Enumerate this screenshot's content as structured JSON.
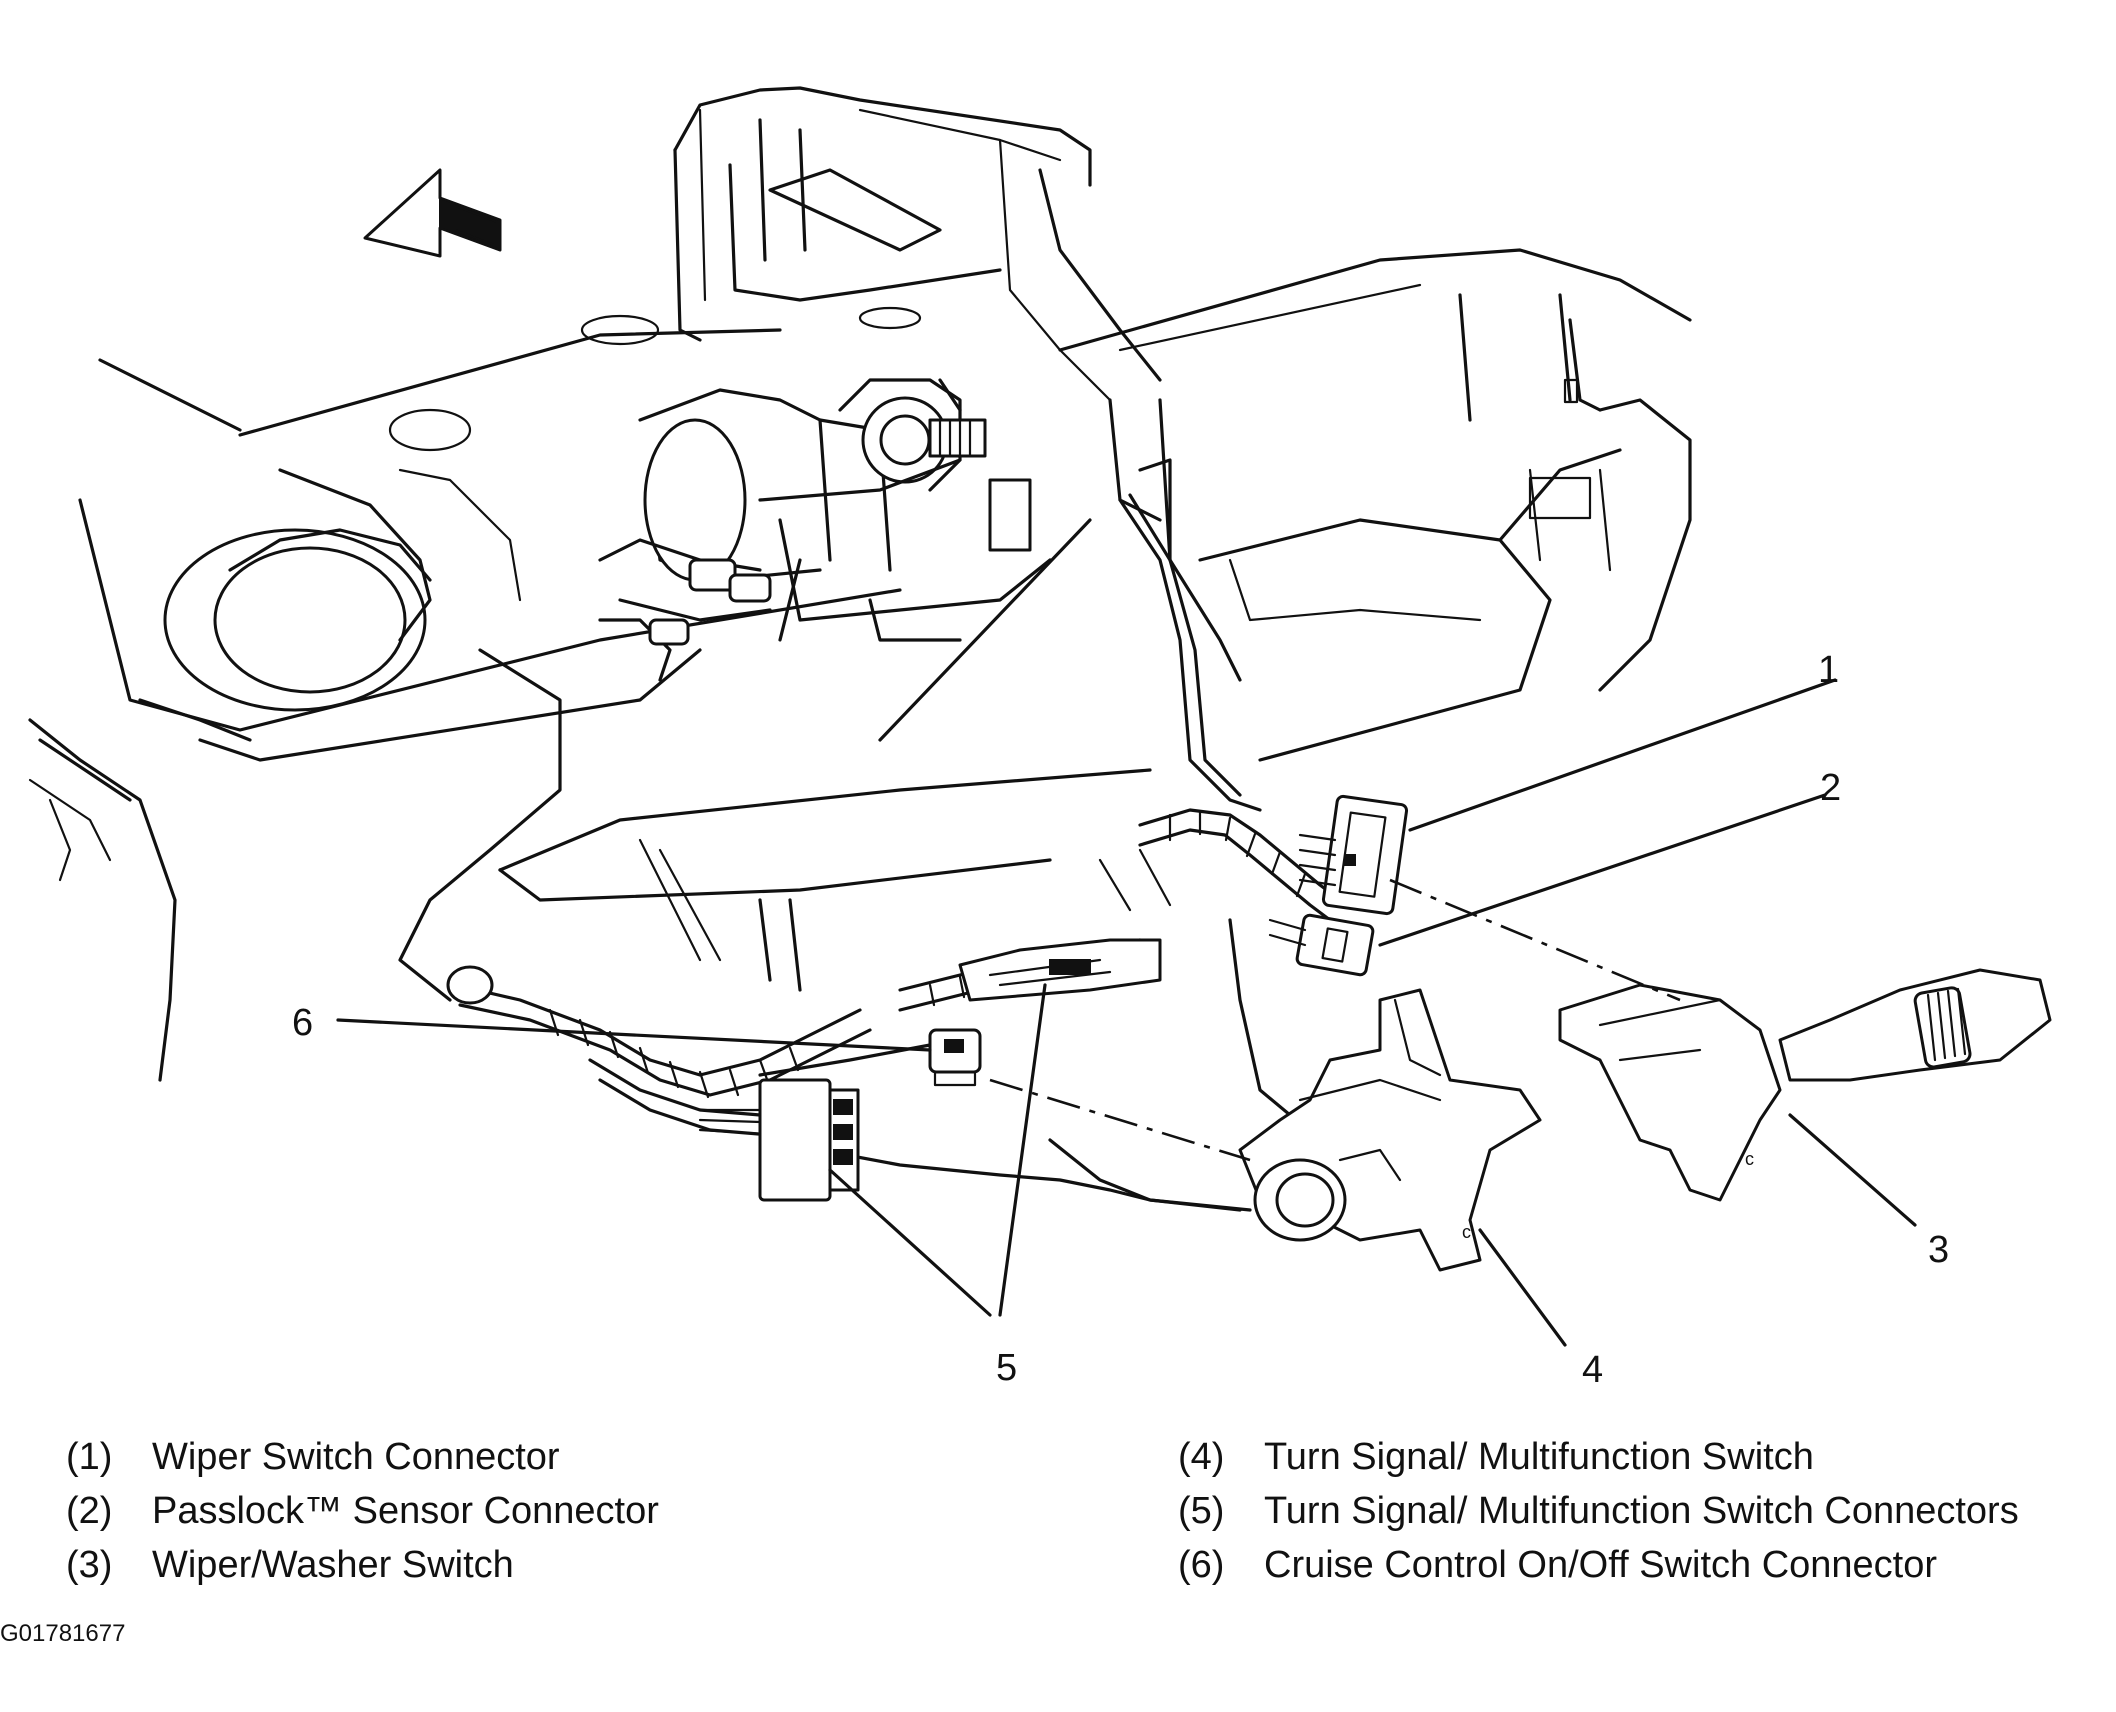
{
  "callouts": {
    "c1": "1",
    "c2": "2",
    "c3": "3",
    "c4": "4",
    "c5": "5",
    "c6": "6"
  },
  "legend": {
    "left": [
      {
        "num": "(1)",
        "text": "Wiper Switch Connector"
      },
      {
        "num": "(2)",
        "text": "Passlock™ Sensor Connector"
      },
      {
        "num": "(3)",
        "text": "Wiper/Washer Switch"
      }
    ],
    "right": [
      {
        "num": "(4)",
        "text": "Turn Signal/ Multifunction Switch"
      },
      {
        "num": "(5)",
        "text": "Turn Signal/ Multifunction Switch Connectors"
      },
      {
        "num": "(6)",
        "text": "Cruise Control On/Off Switch Connector"
      }
    ]
  },
  "figure_code": "G01781677"
}
